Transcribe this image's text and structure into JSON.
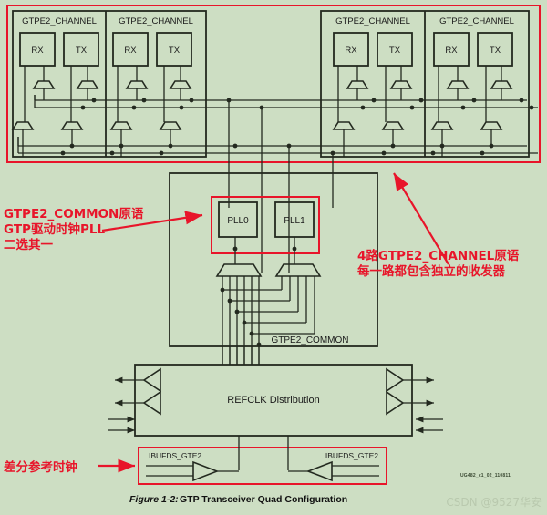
{
  "figure": {
    "background_color": "#cddec3",
    "line_color": "#23291f",
    "annotation_color": "#e8152a",
    "caption_number": "Figure 1-2:",
    "caption_title": "GTP Transceiver Quad Configuration",
    "doc_id": "UG482_c1_02_110811",
    "watermark": "CSDN @9527华安"
  },
  "channels": {
    "label": "GTPE2_CHANNEL",
    "blocks": [
      {
        "label": "GTPE2_CHANNEL",
        "rx": "RX",
        "tx": "TX"
      },
      {
        "label": "GTPE2_CHANNEL",
        "rx": "RX",
        "tx": "TX"
      },
      {
        "label": "GTPE2_CHANNEL",
        "rx": "RX",
        "tx": "TX"
      },
      {
        "label": "GTPE2_CHANNEL",
        "rx": "RX",
        "tx": "TX"
      }
    ]
  },
  "common": {
    "label": "GTPE2_COMMON",
    "plls": [
      {
        "label": "PLL0"
      },
      {
        "label": "PLL1"
      }
    ]
  },
  "refclk": {
    "label": "REFCLK Distribution"
  },
  "ibufds": {
    "left_label": "IBUFDS_GTE2",
    "right_label": "IBUFDS_GTE2"
  },
  "annotations": {
    "common_note": {
      "line1": "GTPE2_COMMON原语",
      "line2": "GTP驱动时钟PLL",
      "line3": "二选其一"
    },
    "channel_note": {
      "line1": "4路GTPE2_CHANNEL原语",
      "line2": "每一路都包含独立的收发器"
    },
    "refclk_note": {
      "line1": "差分参考时钟"
    }
  }
}
